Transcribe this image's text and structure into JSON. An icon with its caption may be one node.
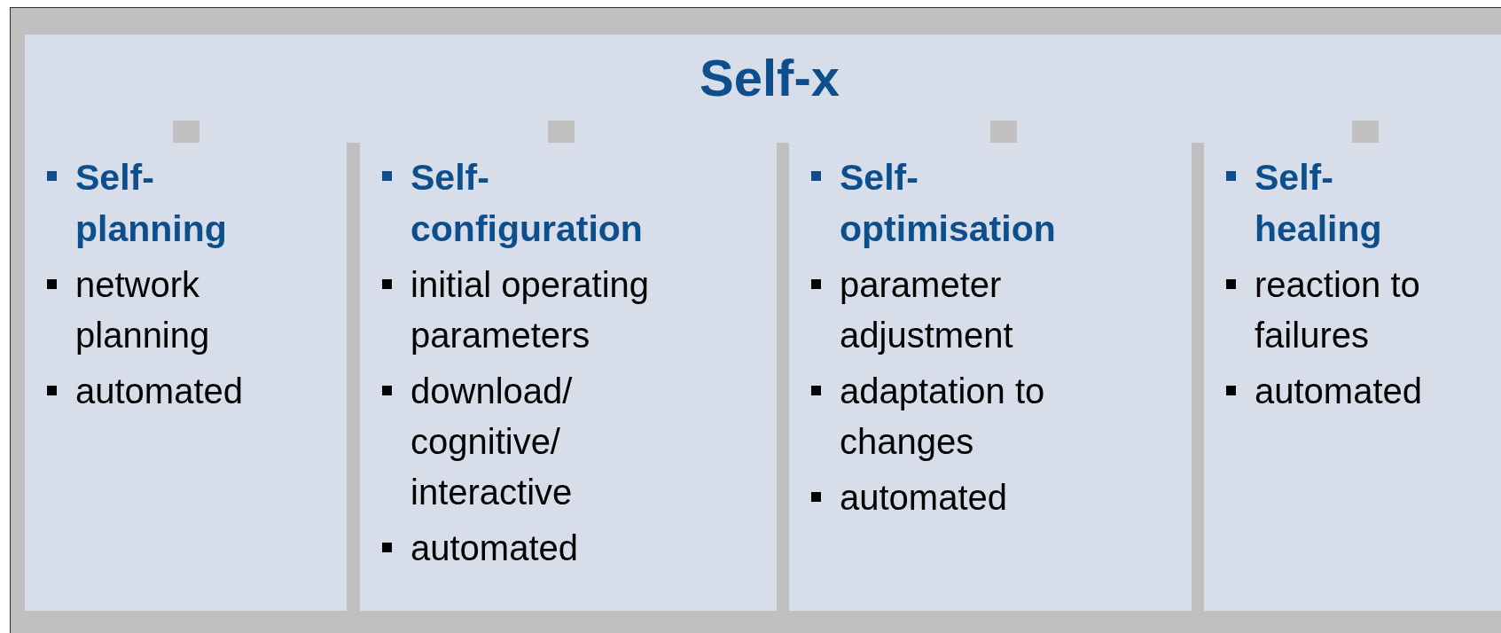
{
  "diagram": {
    "nodes": [
      {
        "text": [
          "Self-x"
        ]
      },
      {
        "text": [
          "Self-planning",
          "network planning",
          "automated"
        ]
      },
      {
        "text": [
          "Self-configuration",
          "initial operating parameters",
          "download/ cognitive/ interactive",
          "automated"
        ]
      },
      {
        "text": [
          "Self-optimisation",
          "parameter adjustment",
          "adaptation to changes",
          "automated"
        ]
      },
      {
        "text": [
          "Self-healing",
          "reaction to failures",
          "automated"
        ]
      }
    ]
  }
}
